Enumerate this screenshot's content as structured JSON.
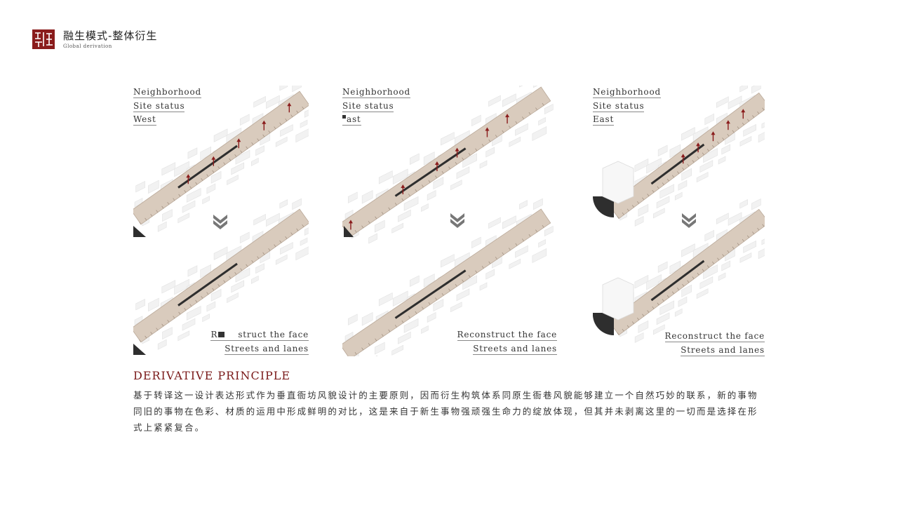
{
  "header": {
    "title": "融生模式-整体衍生",
    "subtitle": "Global derivation",
    "logo_color": "#8a1c1c"
  },
  "panels": [
    {
      "top_labels": [
        "Neighborhood",
        "Site status",
        "West"
      ],
      "bottom_labels": [
        "R",
        "Streets and lanes"
      ],
      "bottom_first_suffix": "struct the face",
      "arrow_icon": "double-chevron-down-icon"
    },
    {
      "top_labels": [
        "Neighborhood",
        "Site status",
        "ast"
      ],
      "bottom_labels": [
        "Reconstruct the face",
        "Streets and lanes"
      ],
      "arrow_icon": "double-chevron-down-icon"
    },
    {
      "top_labels": [
        "Neighborhood",
        "Site status",
        "East"
      ],
      "bottom_labels": [
        "Reconstruct the face",
        "Streets and lanes"
      ],
      "arrow_icon": "double-chevron-down-icon"
    }
  ],
  "principle": {
    "title": "DERIVATIVE PRINCIPLE",
    "text": "基于转译这一设计表达形式作为垂直衙坊风貌设计的主要原则，因而衍生构筑体系同原生衙巷风貌能够建立一个自然巧妙的联系，新的事物同旧的事物在色彩、材质的运用中形成鲜明的对比，这是来自于新生事物强顽强生命力的绽放体现，但其并未剥离这里的一切而是选择在形式上紧紧复合。"
  },
  "colors": {
    "accent": "#7a1a1a",
    "street": "#d9cbbd",
    "building": "#f2f2f2",
    "dark": "#2e2e2e",
    "arrow": "#8a1c1c",
    "chevron": "#777777"
  }
}
